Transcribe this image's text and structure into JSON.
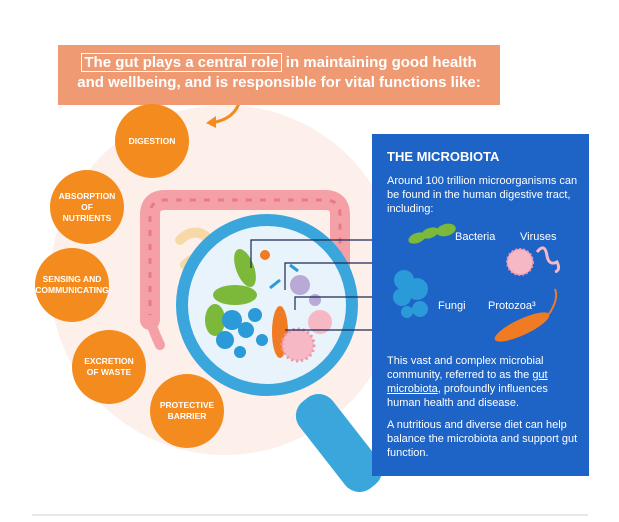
{
  "banner": {
    "highlight": "The gut plays a central role",
    "rest": " in maintaining good health and wellbeing, and is responsible for vital functions like:"
  },
  "functions": [
    {
      "label": "DIGESTION"
    },
    {
      "label": "ABSORPTION OF NUTRIENTS"
    },
    {
      "label": "SENSING AND COMMUNICATING"
    },
    {
      "label": "EXCRETION OF WASTE"
    },
    {
      "label": "PROTECTIVE BARRIER"
    }
  ],
  "microbiota": {
    "title": "THE MICROBIOTA",
    "intro": "Around 100 trillion microorganisms can be found in the human digestive tract, including:",
    "organisms": [
      "Bacteria",
      "Viruses",
      "Fungi",
      "Protozoa³"
    ],
    "desc_before": "This vast and complex microbial community, referred to as the ",
    "desc_link": "gut microbiota",
    "desc_after": ", profoundly influences human health and disease.",
    "diet": "A nutritious and diverse diet can help balance the microbiota and support gut function."
  },
  "colors": {
    "banner": "#ef9a73",
    "circles": "#f48b1f",
    "panel": "#1e63c6",
    "magnifier": "#3aa6dc"
  },
  "icons": [
    "gut-illustration",
    "magnifier-icon",
    "bacteria-icon",
    "virus-icon",
    "fungi-icon",
    "protozoa-icon",
    "arrow-icon"
  ]
}
